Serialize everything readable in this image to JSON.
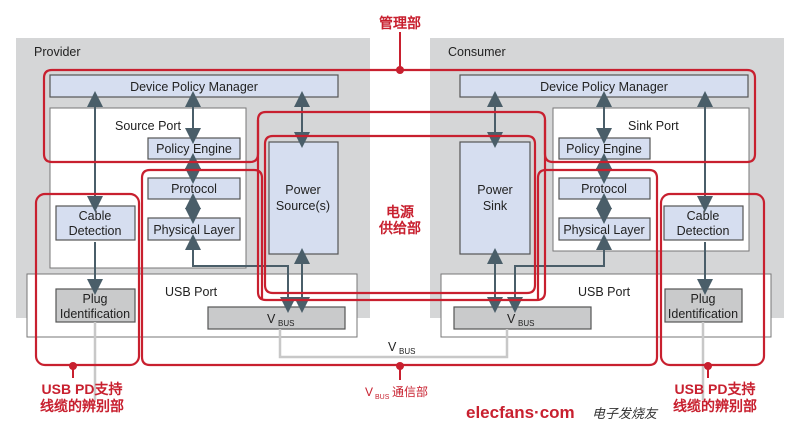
{
  "labels": {
    "management": "管理部",
    "power_supply_line1": "电源",
    "power_supply_line2": "供给部",
    "cable_id_line1": "USB PD支持",
    "cable_id_line2": "线缆的辨别部",
    "vbus_comm_prefix": "V",
    "vbus_comm_sub": "BUS",
    "vbus_comm_suffix": "通信部"
  },
  "provider": {
    "title": "Provider",
    "device_policy_manager": "Device Policy Manager",
    "port": "Source Port",
    "policy_engine": "Policy Engine",
    "protocol": "Protocol",
    "physical_layer": "Physical Layer",
    "cable_detection_line1": "Cable",
    "cable_detection_line2": "Detection",
    "power_line1": "Power",
    "power_line2": "Source(s)",
    "usb_port": "USB Port",
    "plug_id_line1": "Plug",
    "plug_id_line2": "Identification",
    "vbus": "V",
    "vbus_sub": "BUS"
  },
  "consumer": {
    "title": "Consumer",
    "device_policy_manager": "Device Policy Manager",
    "port": "Sink Port",
    "policy_engine": "Policy Engine",
    "protocol": "Protocol",
    "physical_layer": "Physical Layer",
    "cable_detection_line1": "Cable",
    "cable_detection_line2": "Detection",
    "power_line1": "Power",
    "power_line2": "Sink",
    "usb_port": "USB Port",
    "plug_id_line1": "Plug",
    "plug_id_line2": "Identification",
    "vbus": "V",
    "vbus_sub": "BUS"
  },
  "vbus_link": {
    "label": "V",
    "sub": "BUS"
  },
  "watermark": {
    "site": "elecfans·com",
    "name": "电子发烧友"
  },
  "colors": {
    "accent_red": "#c8202f",
    "arrow": "#4a5e69",
    "block_fill": "#d6def0",
    "panel": "#d5d6d7"
  }
}
